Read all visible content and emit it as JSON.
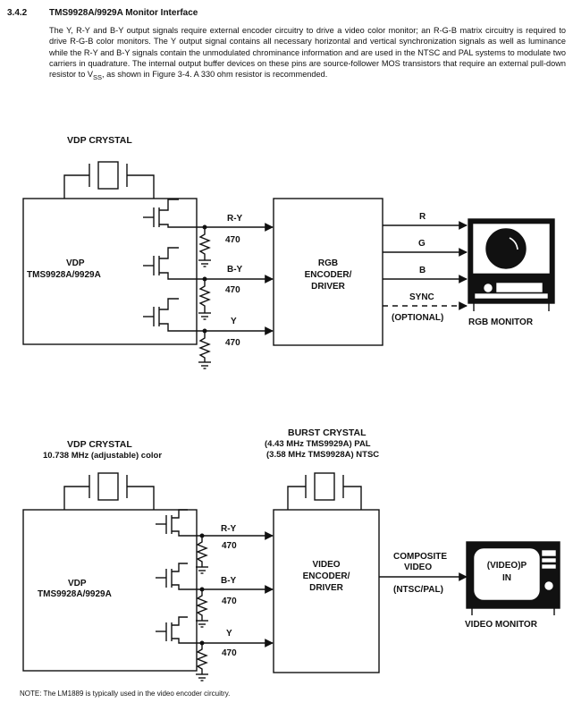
{
  "section": {
    "number": "3.4.2",
    "title": "TMS9928A/9929A Monitor Interface"
  },
  "paragraph": {
    "text_before": "The Y, R-Y and B-Y output signals require external encoder circuitry to drive a video color monitor; an R-G-B matrix circuitry is required to drive R-G-B color monitors. The Y output signal contains all necessary horizontal and vertical synchronization signals as well as luminance while the R-Y and B-Y signals contain the unmodulated chrominance information and are used in the NTSC and PAL systems to modulate two carriers in quadrature. The internal output buffer devices on these pins are source-follower MOS transistors that require an external pull-down resistor to V",
    "subscript": "SS",
    "text_after": ", as shown in Figure 3-4. A 330 ohm resistor is recommended."
  },
  "diagram_top": {
    "crystal_label": "VDP CRYSTAL",
    "vdp_label_1": "VDP",
    "vdp_label_2": "TMS9928A/9929A",
    "signals": [
      {
        "name": "R-Y",
        "resistor": "470"
      },
      {
        "name": "B-Y",
        "resistor": "470"
      },
      {
        "name": "Y",
        "resistor": "470"
      }
    ],
    "encoder_label_1": "RGB",
    "encoder_label_2": "ENCODER/",
    "encoder_label_3": "DRIVER",
    "outputs": [
      "R",
      "G",
      "B"
    ],
    "sync_label": "SYNC",
    "optional_label": "(OPTIONAL)",
    "monitor_label": "RGB MONITOR"
  },
  "diagram_bottom": {
    "crystal_label_1": "VDP CRYSTAL",
    "crystal_label_2": "10.738 MHz (adjustable) color",
    "burst_label_1": "BURST CRYSTAL",
    "burst_label_2": "(4.43 MHz TMS9929A)  PAL",
    "burst_label_3": "(3.58 MHz TMS9928A)  NTSC",
    "vdp_label_1": "VDP",
    "vdp_label_2": "TMS9928A/9929A",
    "signals": [
      {
        "name": "R-Y",
        "resistor": "470"
      },
      {
        "name": "B-Y",
        "resistor": "470"
      },
      {
        "name": "Y",
        "resistor": "470"
      }
    ],
    "encoder_label_1": "VIDEO",
    "encoder_label_2": "ENCODER/",
    "encoder_label_3": "DRIVER",
    "composite_label_1": "COMPOSITE",
    "composite_label_2": "VIDEO",
    "ntsc_pal_label": "(NTSC/PAL)",
    "monitor_screen_1": "(VIDEO)P",
    "monitor_screen_2": "IN",
    "monitor_label": "VIDEO MONITOR"
  },
  "note": "NOTE: The LM1889 is typically used in the video encoder circuitry."
}
